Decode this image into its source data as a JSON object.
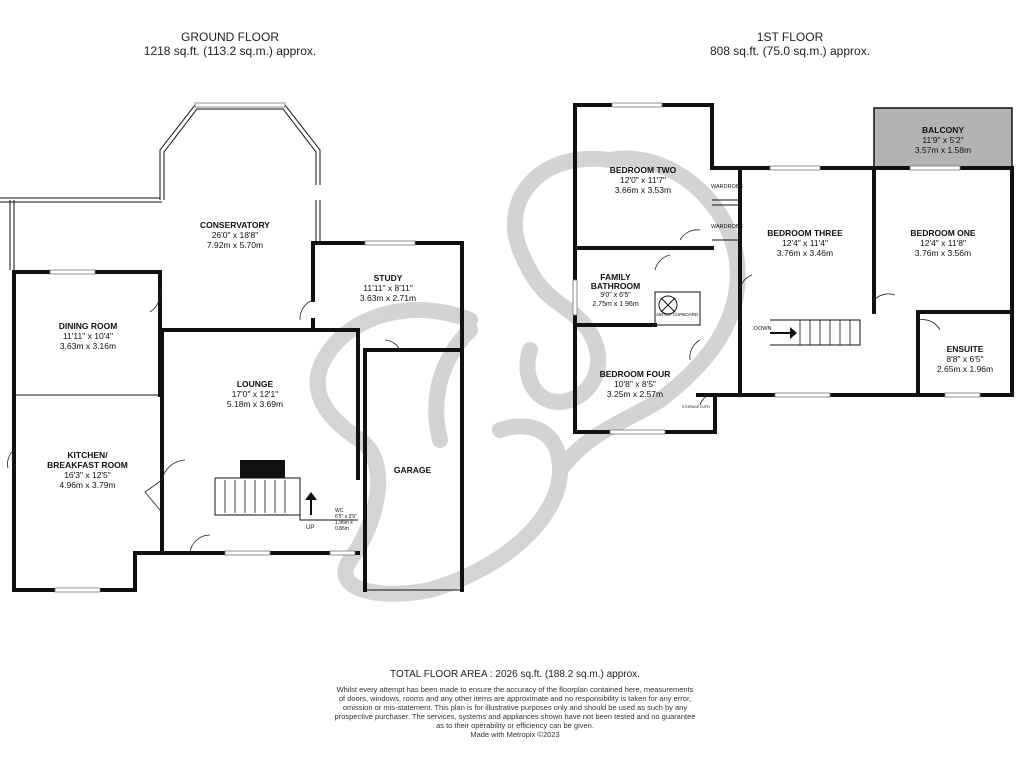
{
  "headers": {
    "ground": {
      "title": "GROUND FLOOR",
      "area": "1218 sq.ft. (113.2 sq.m.) approx."
    },
    "first": {
      "title": "1ST FLOOR",
      "area": "808 sq.ft. (75.0 sq.m.) approx."
    }
  },
  "ground_rooms": {
    "conservatory": {
      "name": "CONSERVATORY",
      "imperial": "26'0\" x 18'8\"",
      "metric": "7.92m  x 5.70m"
    },
    "study": {
      "name": "STUDY",
      "imperial": "11'11\" x 8'11\"",
      "metric": "3.63m  x 2.71m"
    },
    "dining": {
      "name": "DINING ROOM",
      "imperial": "11'11\" x 10'4\"",
      "metric": "3.63m  x 3.16m"
    },
    "lounge": {
      "name": "LOUNGE",
      "imperial": "17'0\" x 12'1\"",
      "metric": "5.18m  x 3.69m"
    },
    "kitchen": {
      "name_1": "KITCHEN/",
      "name_2": "BREAKFAST ROOM",
      "imperial": "16'3\" x 12'5\"",
      "metric": "4.96m  x 3.79m"
    },
    "garage": {
      "name": "GARAGE"
    },
    "wc": {
      "name": "WC",
      "imperial": "6'5\" x 2'9\"",
      "metric": "1.96m x 0.86m"
    },
    "up_label": "UP"
  },
  "first_rooms": {
    "balcony": {
      "name": "BALCONY",
      "imperial": "11'9\" x 5'2\"",
      "metric": "3.57m  x 1.58m"
    },
    "bedroom_two": {
      "name": "BEDROOM TWO",
      "imperial": "12'0\" x 11'7\"",
      "metric": "3.66m  x 3.53m"
    },
    "bedroom_three": {
      "name": "BEDROOM THREE",
      "imperial": "12'4\" x 11'4\"",
      "metric": "3.76m  x 3.46m"
    },
    "bedroom_one": {
      "name": "BEDROOM ONE",
      "imperial": "12'4\" x 11'8\"",
      "metric": "3.76m  x 3.56m"
    },
    "bathroom": {
      "name_1": "FAMILY",
      "name_2": "BATHROOM",
      "imperial": "9'0\" x 6'5\"",
      "metric": "2.75m  x 1.96m"
    },
    "bedroom_four": {
      "name": "BEDROOM FOUR",
      "imperial": "10'8\" x 8'5\"",
      "metric": "3.25m  x 2.57m"
    },
    "ensuite": {
      "name": "ENSUITE",
      "imperial": "8'8\" x 6'5\"",
      "metric": "2.65m  x 1.96m"
    },
    "wardrobe_1": "WARDROBE",
    "wardrobe_2": "WARDROBE",
    "airing_cupboard": "AIRING CUPBOARD",
    "storage": "STORAGE CUPD",
    "down_label": "DOWN"
  },
  "footer": {
    "total": "TOTAL FLOOR AREA : 2026 sq.ft. (188.2 sq.m.) approx.",
    "disclaimer_1": "Whilst every attempt has been made to ensure the accuracy of the floorplan contained here, measurements",
    "disclaimer_2": "of doors, windows, rooms and any other items are approximate and no responsibility is taken for any error,",
    "disclaimer_3": "omission or mis-statement. This plan is for illustrative purposes only and should be used as such by any",
    "disclaimer_4": "prospective purchaser. The services, systems and appliances shown have not been tested and no guarantee",
    "disclaimer_5": "as to their operability or efficiency can be given.",
    "credit": "Made with Metropix ©2023"
  },
  "colors": {
    "walls": "#111111",
    "balcony_fill": "#b3b3b3",
    "watermark": "#cfcfcf"
  },
  "watermark": {
    "kind": "squirrel-logo"
  }
}
